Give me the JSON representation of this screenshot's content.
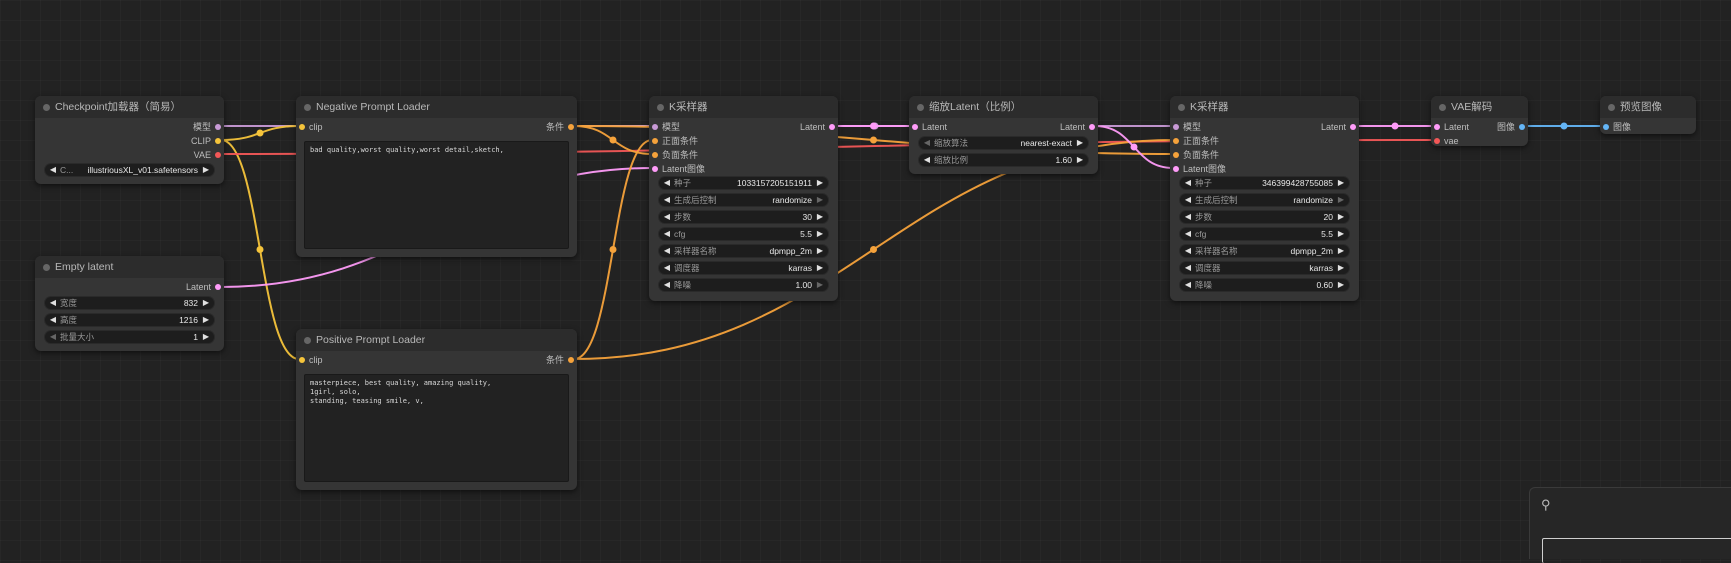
{
  "colors": {
    "model": "#c89ad6",
    "clip": "#f5c43b",
    "vae": "#f25757",
    "conditioning": "#f5a23b",
    "latent": "#ff9cf9",
    "image": "#64b5f6"
  },
  "nodes": {
    "checkpoint": {
      "title": "Checkpoint加载器（简易）",
      "out_model": "模型",
      "out_clip": "CLIP",
      "out_vae": "VAE",
      "ckpt_label": "C...",
      "ckpt_value": "illustriousXL_v01.safetensors"
    },
    "empty_latent": {
      "title": "Empty latent",
      "out_latent": "Latent",
      "width_label": "宽度",
      "width_value": "832",
      "height_label": "高度",
      "height_value": "1216",
      "batch_label": "批量大小",
      "batch_value": "1"
    },
    "negative": {
      "title": "Negative Prompt Loader",
      "in_clip": "clip",
      "out_cond": "条件",
      "text": "bad quality,worst quality,worst detail,sketch,"
    },
    "positive": {
      "title": "Positive Prompt Loader",
      "in_clip": "clip",
      "out_cond": "条件",
      "text": "masterpiece, best quality, amazing quality,\n1girl, solo,\nstanding, teasing smile, v,"
    },
    "ksampler1": {
      "title": "K采样器",
      "in_model": "模型",
      "in_positive": "正面条件",
      "in_negative": "负面条件",
      "in_latent": "Latent图像",
      "out_latent": "Latent",
      "widgets": [
        {
          "label": "种子",
          "value": "1033157205151911"
        },
        {
          "label": "生成后控制",
          "value": "randomize"
        },
        {
          "label": "步数",
          "value": "30"
        },
        {
          "label": "cfg",
          "value": "5.5"
        },
        {
          "label": "采样器名称",
          "value": "dpmpp_2m"
        },
        {
          "label": "调度器",
          "value": "karras"
        },
        {
          "label": "降噪",
          "value": "1.00"
        }
      ]
    },
    "upscale": {
      "title": "缩放Latent（比例）",
      "in_latent": "Latent",
      "out_latent": "Latent",
      "method_label": "缩放算法",
      "method_value": "nearest-exact",
      "scale_label": "缩放比例",
      "scale_value": "1.60"
    },
    "ksampler2": {
      "title": "K采样器",
      "in_model": "模型",
      "in_positive": "正面条件",
      "in_negative": "负面条件",
      "in_latent": "Latent图像",
      "out_latent": "Latent",
      "widgets": [
        {
          "label": "种子",
          "value": "346399428755085"
        },
        {
          "label": "生成后控制",
          "value": "randomize"
        },
        {
          "label": "步数",
          "value": "20"
        },
        {
          "label": "cfg",
          "value": "5.5"
        },
        {
          "label": "采样器名称",
          "value": "dpmpp_2m"
        },
        {
          "label": "调度器",
          "value": "karras"
        },
        {
          "label": "降噪",
          "value": "0.60"
        }
      ]
    },
    "vae_decode": {
      "title": "VAE解码",
      "in_latent": "Latent",
      "in_vae": "vae",
      "out_image": "图像"
    },
    "preview": {
      "title": "预览图像",
      "in_image": "图像"
    }
  },
  "panel": {
    "icon": "settings-sliders-icon"
  }
}
